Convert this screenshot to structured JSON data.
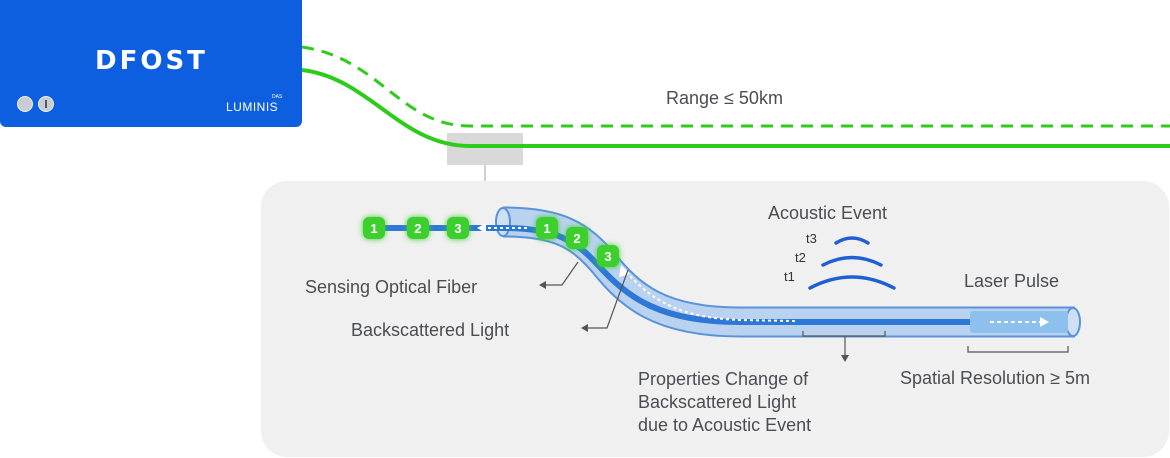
{
  "device": {
    "logo": "DFOST",
    "brand": "LUMINIS",
    "brand_sup": "DAS",
    "brand_color": "#0d5fe0"
  },
  "range_label": "Range ≤ 50km",
  "fiber_color": "#2ecc1a",
  "acoustic_event": {
    "title": "Acoustic Event",
    "times": [
      "t3",
      "t2",
      "t1"
    ]
  },
  "laser_pulse_label": "Laser Pulse",
  "labels": {
    "sensing_fiber": "Sensing Optical Fiber",
    "backscattered_light": "Backscattered Light",
    "properties_change": [
      "Properties Change of",
      "Backscattered Light",
      "due to Acoustic Event"
    ],
    "spatial_resolution": "Spatial Resolution ≥ 5m"
  },
  "markers_left": [
    "1",
    "2",
    "3"
  ],
  "markers_on_fiber": [
    "1",
    "2",
    "3"
  ]
}
